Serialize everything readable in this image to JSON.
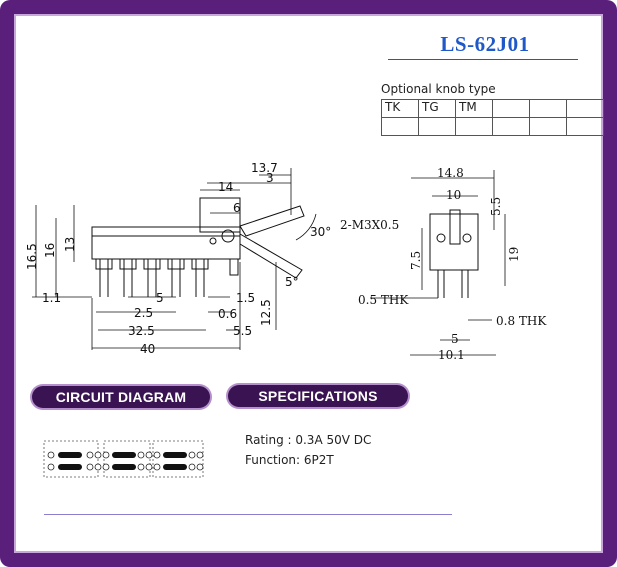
{
  "title": "LS-62J01",
  "knob": {
    "caption": "Optional knob type",
    "types": [
      "TK",
      "TG",
      "TM",
      "",
      "",
      ""
    ]
  },
  "side_view": {
    "dims_top": [
      "13.7",
      "3",
      "14",
      "6",
      "30°"
    ],
    "dims_left": [
      "16.5",
      "16",
      "13"
    ],
    "dims_bottom": [
      "1.1",
      "5",
      "1.5",
      "2.5",
      "0.6",
      "12.5",
      "32.5",
      "5.5",
      "40",
      "5°"
    ]
  },
  "end_view": {
    "dims": [
      "14.8",
      "10",
      "5.5",
      "2-M3X0.5",
      "7.5",
      "19",
      "0.5 THK",
      "0.8 THK",
      "5",
      "10.1"
    ]
  },
  "sections": {
    "circuit": "CIRCUIT DIAGRAM",
    "specifications": "SPECIFICATIONS"
  },
  "specs": {
    "rating": "Rating : 0.3A 50V DC",
    "function": "Function: 6P2T"
  },
  "colors": {
    "frame": "#5a1f7a",
    "title": "#1f58c8",
    "pill": "#3a1452"
  }
}
